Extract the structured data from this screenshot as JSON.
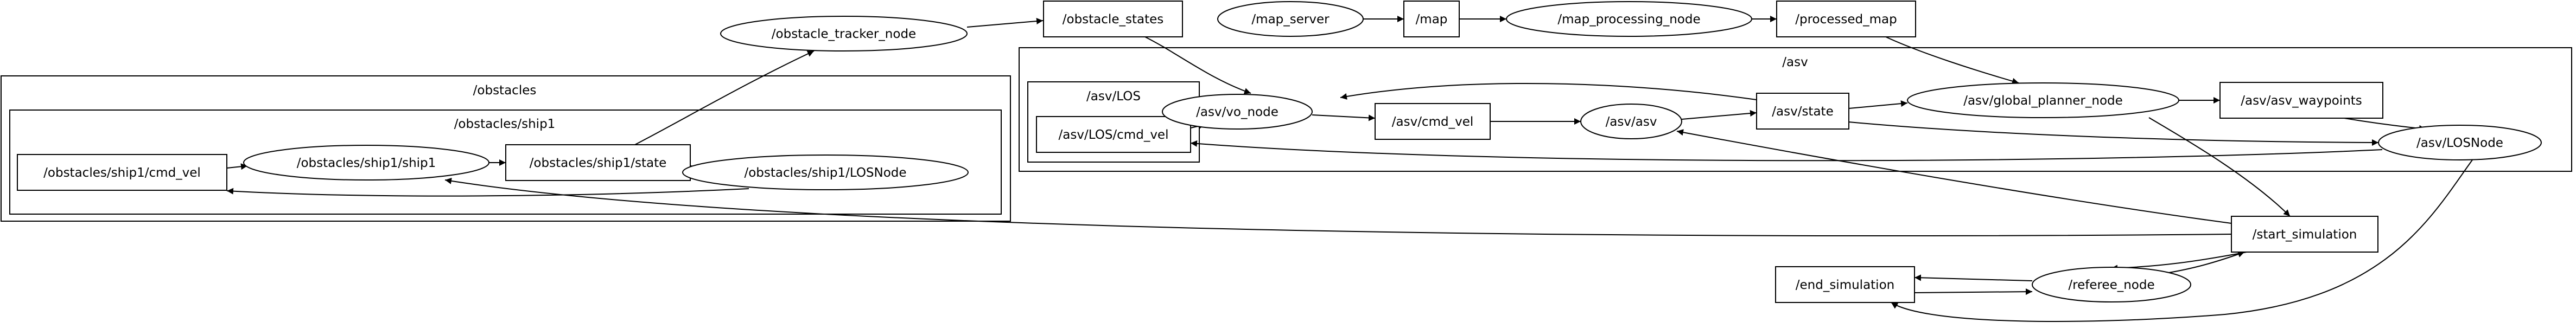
{
  "graph": {
    "clusters": [
      {
        "id": "obstacles",
        "label": "/obstacles"
      },
      {
        "id": "obstacles_ship1",
        "label": "/obstacles/ship1"
      },
      {
        "id": "asv",
        "label": "/asv"
      },
      {
        "id": "asv_los",
        "label": "/asv/LOS"
      }
    ],
    "nodes": [
      {
        "id": "obstacle_tracker_node",
        "label": "/obstacle_tracker_node",
        "shape": "ellipse"
      },
      {
        "id": "obstacle_states",
        "label": "/obstacle_states",
        "shape": "box"
      },
      {
        "id": "map_server",
        "label": "/map_server",
        "shape": "ellipse"
      },
      {
        "id": "map",
        "label": "/map",
        "shape": "box"
      },
      {
        "id": "map_processing_node",
        "label": "/map_processing_node",
        "shape": "ellipse"
      },
      {
        "id": "processed_map",
        "label": "/processed_map",
        "shape": "box"
      },
      {
        "id": "ship1_cmd_vel",
        "label": "/obstacles/ship1/cmd_vel",
        "shape": "box"
      },
      {
        "id": "ship1_ship1",
        "label": "/obstacles/ship1/ship1",
        "shape": "ellipse"
      },
      {
        "id": "ship1_state",
        "label": "/obstacles/ship1/state",
        "shape": "box"
      },
      {
        "id": "ship1_losnode",
        "label": "/obstacles/ship1/LOSNode",
        "shape": "ellipse"
      },
      {
        "id": "asv_los_cmd_vel",
        "label": "/asv/LOS/cmd_vel",
        "shape": "box"
      },
      {
        "id": "asv_vo_node",
        "label": "/asv/vo_node",
        "shape": "ellipse"
      },
      {
        "id": "asv_cmd_vel",
        "label": "/asv/cmd_vel",
        "shape": "box"
      },
      {
        "id": "asv_asv",
        "label": "/asv/asv",
        "shape": "ellipse"
      },
      {
        "id": "asv_state",
        "label": "/asv/state",
        "shape": "box"
      },
      {
        "id": "asv_global_planner_node",
        "label": "/asv/global_planner_node",
        "shape": "ellipse"
      },
      {
        "id": "asv_asv_waypoints",
        "label": "/asv/asv_waypoints",
        "shape": "box"
      },
      {
        "id": "asv_losnode",
        "label": "/asv/LOSNode",
        "shape": "ellipse"
      },
      {
        "id": "start_simulation",
        "label": "/start_simulation",
        "shape": "box"
      },
      {
        "id": "referee_node",
        "label": "/referee_node",
        "shape": "ellipse"
      },
      {
        "id": "end_simulation",
        "label": "/end_simulation",
        "shape": "box"
      }
    ],
    "edges": [
      {
        "from": "obstacle_tracker_node",
        "to": "obstacle_states"
      },
      {
        "from": "obstacle_states",
        "to": "asv_vo_node"
      },
      {
        "from": "map_server",
        "to": "map"
      },
      {
        "from": "map",
        "to": "map_processing_node"
      },
      {
        "from": "map_processing_node",
        "to": "processed_map"
      },
      {
        "from": "processed_map",
        "to": "asv_global_planner_node"
      },
      {
        "from": "ship1_cmd_vel",
        "to": "ship1_ship1"
      },
      {
        "from": "ship1_ship1",
        "to": "ship1_state"
      },
      {
        "from": "ship1_state",
        "to": "ship1_losnode"
      },
      {
        "from": "ship1_state",
        "to": "obstacle_tracker_node"
      },
      {
        "from": "ship1_losnode",
        "to": "ship1_cmd_vel"
      },
      {
        "from": "asv_los_cmd_vel",
        "to": "asv_vo_node"
      },
      {
        "from": "asv_vo_node",
        "to": "asv_cmd_vel"
      },
      {
        "from": "asv_cmd_vel",
        "to": "asv_asv"
      },
      {
        "from": "asv_asv",
        "to": "asv_state"
      },
      {
        "from": "asv_state",
        "to": "asv_vo_node"
      },
      {
        "from": "asv_state",
        "to": "asv_global_planner_node"
      },
      {
        "from": "asv_state",
        "to": "asv_losnode"
      },
      {
        "from": "asv_global_planner_node",
        "to": "asv_asv_waypoints"
      },
      {
        "from": "asv_asv_waypoints",
        "to": "asv_losnode"
      },
      {
        "from": "asv_losnode",
        "to": "asv_los_cmd_vel"
      },
      {
        "from": "asv_global_planner_node",
        "to": "start_simulation"
      },
      {
        "from": "start_simulation",
        "to": "asv_asv"
      },
      {
        "from": "start_simulation",
        "to": "ship1_ship1"
      },
      {
        "from": "start_simulation",
        "to": "referee_node"
      },
      {
        "from": "referee_node",
        "to": "start_simulation"
      },
      {
        "from": "referee_node",
        "to": "end_simulation"
      },
      {
        "from": "end_simulation",
        "to": "referee_node"
      },
      {
        "from": "asv_losnode",
        "to": "end_simulation"
      }
    ]
  }
}
